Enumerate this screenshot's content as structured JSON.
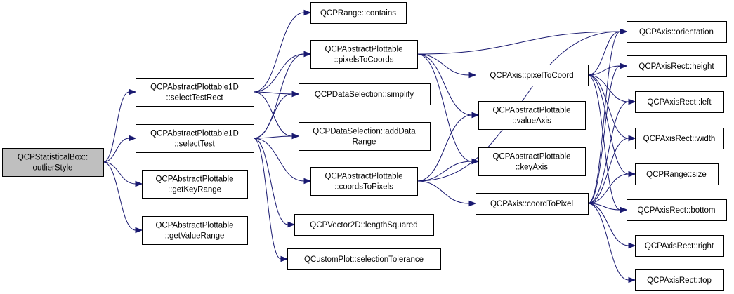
{
  "nodes": [
    {
      "id": "root",
      "lines": [
        "QCPStatisticalBox::",
        "outlierStyle"
      ],
      "root": true
    },
    {
      "id": "pl1d_selectTestRect",
      "lines": [
        "QCPAbstractPlottable1D",
        "::selectTestRect"
      ]
    },
    {
      "id": "pl1d_selectTest",
      "lines": [
        "QCPAbstractPlottable1D",
        "::selectTest"
      ]
    },
    {
      "id": "ap_getKeyRange",
      "lines": [
        "QCPAbstractPlottable",
        "::getKeyRange"
      ]
    },
    {
      "id": "ap_getValueRange",
      "lines": [
        "QCPAbstractPlottable",
        "::getValueRange"
      ]
    },
    {
      "id": "range_contains",
      "lines": [
        "QCPRange::contains"
      ]
    },
    {
      "id": "ap_pixelsToCoords",
      "lines": [
        "QCPAbstractPlottable",
        "::pixelsToCoords"
      ]
    },
    {
      "id": "ds_simplify",
      "lines": [
        "QCPDataSelection::simplify"
      ]
    },
    {
      "id": "ds_addDataRange",
      "lines": [
        "QCPDataSelection::addData",
        "Range"
      ]
    },
    {
      "id": "ap_coordsToPixels",
      "lines": [
        "QCPAbstractPlottable",
        "::coordsToPixels"
      ]
    },
    {
      "id": "v2d_lengthSquared",
      "lines": [
        "QCPVector2D::lengthSquared"
      ]
    },
    {
      "id": "cp_selectionTolerance",
      "lines": [
        "QCustomPlot::selectionTolerance"
      ]
    },
    {
      "id": "axis_pixelToCoord",
      "lines": [
        "QCPAxis::pixelToCoord"
      ]
    },
    {
      "id": "ap_valueAxis",
      "lines": [
        "QCPAbstractPlottable",
        "::valueAxis"
      ]
    },
    {
      "id": "ap_keyAxis",
      "lines": [
        "QCPAbstractPlottable",
        "::keyAxis"
      ]
    },
    {
      "id": "axis_coordToPixel",
      "lines": [
        "QCPAxis::coordToPixel"
      ]
    },
    {
      "id": "axis_orientation",
      "lines": [
        "QCPAxis::orientation"
      ]
    },
    {
      "id": "ar_height",
      "lines": [
        "QCPAxisRect::height"
      ]
    },
    {
      "id": "ar_left",
      "lines": [
        "QCPAxisRect::left"
      ]
    },
    {
      "id": "ar_width",
      "lines": [
        "QCPAxisRect::width"
      ]
    },
    {
      "id": "range_size",
      "lines": [
        "QCPRange::size"
      ]
    },
    {
      "id": "ar_bottom",
      "lines": [
        "QCPAxisRect::bottom"
      ]
    },
    {
      "id": "ar_right",
      "lines": [
        "QCPAxisRect::right"
      ]
    },
    {
      "id": "ar_top",
      "lines": [
        "QCPAxisRect::top"
      ]
    }
  ],
  "edges": [
    [
      "root",
      "pl1d_selectTestRect"
    ],
    [
      "root",
      "pl1d_selectTest"
    ],
    [
      "root",
      "ap_getKeyRange"
    ],
    [
      "root",
      "ap_getValueRange"
    ],
    [
      "pl1d_selectTestRect",
      "range_contains"
    ],
    [
      "pl1d_selectTestRect",
      "ap_pixelsToCoords"
    ],
    [
      "pl1d_selectTestRect",
      "ds_simplify"
    ],
    [
      "pl1d_selectTestRect",
      "ds_addDataRange"
    ],
    [
      "pl1d_selectTest",
      "ap_pixelsToCoords"
    ],
    [
      "pl1d_selectTest",
      "ds_simplify"
    ],
    [
      "pl1d_selectTest",
      "ds_addDataRange"
    ],
    [
      "pl1d_selectTest",
      "ap_coordsToPixels"
    ],
    [
      "pl1d_selectTest",
      "v2d_lengthSquared"
    ],
    [
      "pl1d_selectTest",
      "cp_selectionTolerance"
    ],
    [
      "ap_pixelsToCoords",
      "axis_orientation"
    ],
    [
      "ap_pixelsToCoords",
      "axis_pixelToCoord"
    ],
    [
      "ap_pixelsToCoords",
      "ap_valueAxis"
    ],
    [
      "ap_pixelsToCoords",
      "ap_keyAxis"
    ],
    [
      "ap_coordsToPixels",
      "axis_orientation"
    ],
    [
      "ap_coordsToPixels",
      "ap_valueAxis"
    ],
    [
      "ap_coordsToPixels",
      "ap_keyAxis"
    ],
    [
      "ap_coordsToPixels",
      "axis_coordToPixel"
    ],
    [
      "axis_pixelToCoord",
      "axis_orientation"
    ],
    [
      "axis_pixelToCoord",
      "ar_height"
    ],
    [
      "axis_pixelToCoord",
      "ar_left"
    ],
    [
      "axis_pixelToCoord",
      "ar_width"
    ],
    [
      "axis_pixelToCoord",
      "range_size"
    ],
    [
      "axis_pixelToCoord",
      "ar_bottom"
    ],
    [
      "axis_coordToPixel",
      "axis_orientation"
    ],
    [
      "axis_coordToPixel",
      "ar_height"
    ],
    [
      "axis_coordToPixel",
      "ar_left"
    ],
    [
      "axis_coordToPixel",
      "ar_width"
    ],
    [
      "axis_coordToPixel",
      "range_size"
    ],
    [
      "axis_coordToPixel",
      "ar_bottom"
    ],
    [
      "axis_coordToPixel",
      "ar_right"
    ],
    [
      "axis_coordToPixel",
      "ar_top"
    ]
  ],
  "colors": {
    "edge": "#191970",
    "node_fill": "#ffffff",
    "root_fill": "#bfbfbf",
    "border": "#000000"
  }
}
